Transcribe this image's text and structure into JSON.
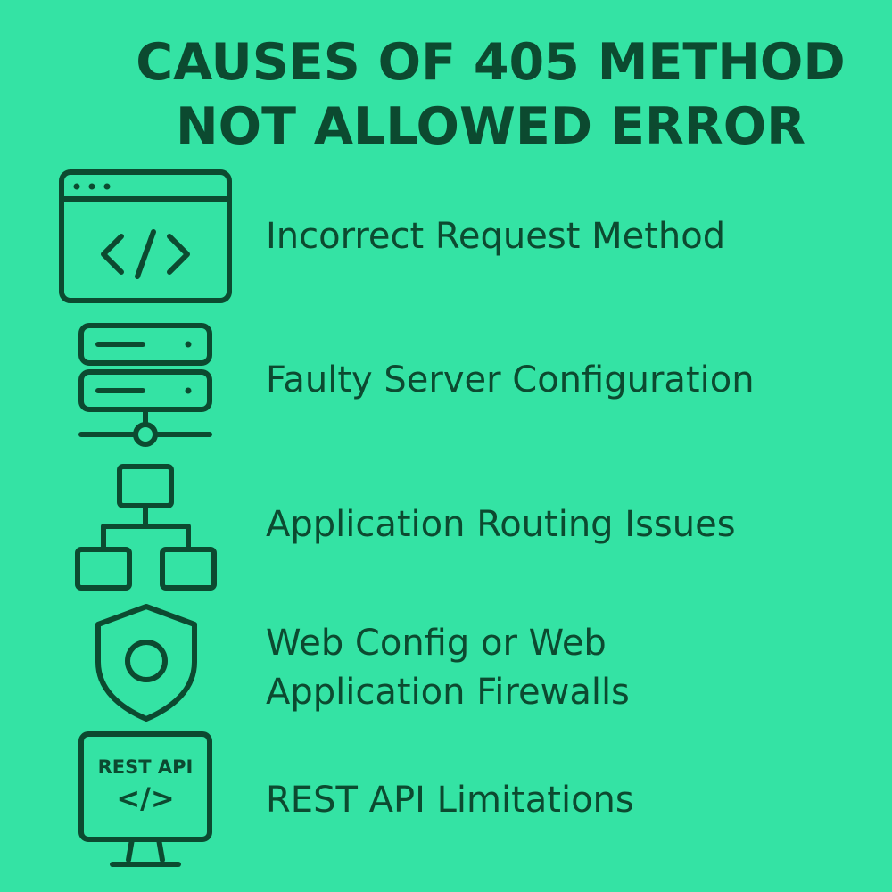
{
  "title": {
    "line1": "CAUSES OF 405 METHOD",
    "line2": "NOT ALLOWED ERROR"
  },
  "colors": {
    "background": "#34e3a4",
    "foreground": "#0c4a30"
  },
  "items": [
    {
      "icon": "browser-code-icon",
      "label": "Incorrect Request Method"
    },
    {
      "icon": "server-network-icon",
      "label": "Faulty Server Configuration"
    },
    {
      "icon": "hierarchy-icon",
      "label": "Application Routing Issues"
    },
    {
      "icon": "shield-icon",
      "label_line1": "Web Config or Web",
      "label_line2": "Application Firewalls"
    },
    {
      "icon": "monitor-api-icon",
      "icon_text": "REST API",
      "icon_code": "</>",
      "label": "REST API Limitations"
    }
  ]
}
